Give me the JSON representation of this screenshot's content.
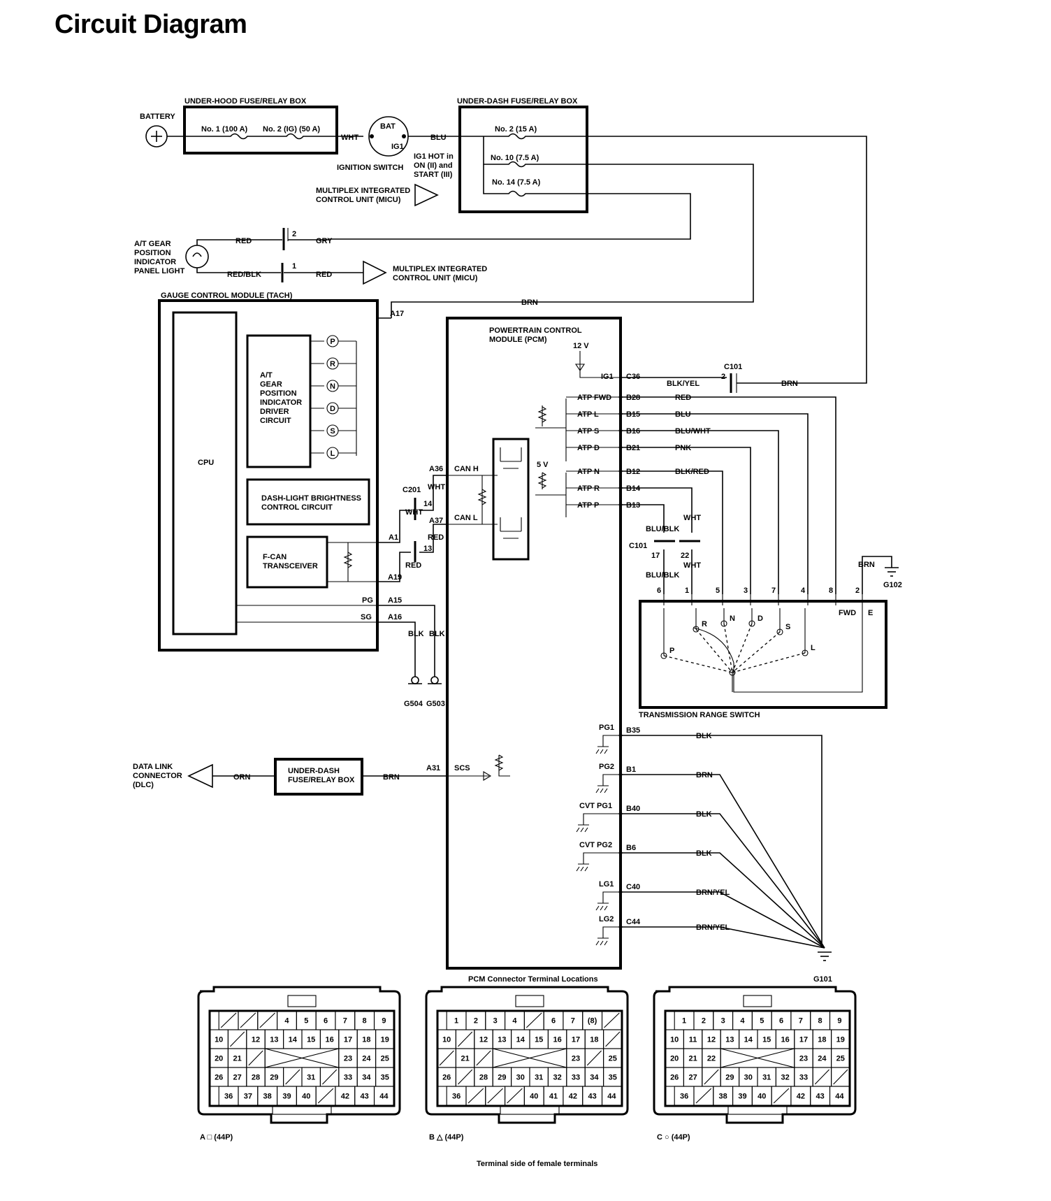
{
  "title": "Circuit Diagram",
  "power": {
    "battery": "BATTERY",
    "underhood_box": "UNDER-HOOD FUSE/RELAY BOX",
    "fuse_no1": "No. 1 (100 A)",
    "fuse_no2": "No. 2 (IG) (50 A)",
    "ignition_bat": "BAT",
    "ignition_ig1": "IG1",
    "ignition_switch": "IGNITION SWITCH",
    "ig1_note_1": "IG1 HOT in",
    "ig1_note_2": "ON (II) and",
    "ig1_note_3": "START (III)",
    "underdash_box": "UNDER-DASH FUSE/RELAY BOX",
    "fuse_u2": "No. 2 (15 A)",
    "fuse_u10": "No. 10 (7.5 A)",
    "fuse_u14": "No. 14 (7.5 A)",
    "micu_1": "MULTIPLEX INTEGRATED",
    "micu_2": "CONTROL UNIT (MICU)"
  },
  "indicator": {
    "l1": "A/T GEAR",
    "l2": "POSITION",
    "l3": "INDICATOR",
    "l4": "PANEL LIGHT"
  },
  "gcm": {
    "title": "GAUGE CONTROL MODULE (TACH)",
    "cpu": "CPU",
    "driver": [
      "A/T",
      "GEAR",
      "POSITION",
      "INDICATOR",
      "DRIVER",
      "CIRCUIT"
    ],
    "gears": [
      "P",
      "R",
      "N",
      "D",
      "S",
      "L"
    ],
    "dash_1": "DASH-LIGHT BRIGHTNESS",
    "dash_2": "CONTROL CIRCUIT",
    "fcan_1": "F-CAN",
    "fcan_2": "TRANSCEIVER"
  },
  "pcm": {
    "title_1": "POWERTRAIN CONTROL",
    "title_2": "MODULE (PCM)",
    "v12": "12 V",
    "v5": "5 V"
  },
  "wires": {
    "wht": "WHT",
    "blu": "BLU",
    "red": "RED",
    "gry": "GRY",
    "redblk": "RED/BLK",
    "brn": "BRN",
    "blkyel": "BLK/YEL",
    "bluwht": "BLU/WHT",
    "pnk": "PNK",
    "blkred": "BLK/RED",
    "blublk": "BLU/BLK",
    "blk": "BLK",
    "orn": "ORN",
    "brnyel": "BRN/YEL"
  },
  "terminals": {
    "a17": "A17",
    "a36": "A36",
    "a37": "A37",
    "a1": "A1",
    "a19": "A19",
    "a15": "A15",
    "a16": "A16",
    "a31": "A31",
    "pg": "PG",
    "sg": "SG",
    "canh": "CAN H",
    "canl": "CAN L",
    "scs": "SCS",
    "ig1": "IG1",
    "c36": "C36",
    "atp": [
      {
        "name": "ATP FWD",
        "pin": "B28"
      },
      {
        "name": "ATP L",
        "pin": "B15"
      },
      {
        "name": "ATP S",
        "pin": "B16"
      },
      {
        "name": "ATP D",
        "pin": "B21"
      },
      {
        "name": "ATP N",
        "pin": "B12"
      },
      {
        "name": "ATP R",
        "pin": "B14"
      },
      {
        "name": "ATP P",
        "pin": "B13"
      }
    ],
    "grounds": [
      {
        "name": "PG1",
        "pin": "B35",
        "wire": "BLK"
      },
      {
        "name": "PG2",
        "pin": "B1",
        "wire": "BRN"
      },
      {
        "name": "CVT PG1",
        "pin": "B40",
        "wire": "BLK"
      },
      {
        "name": "CVT PG2",
        "pin": "B6",
        "wire": "BLK"
      },
      {
        "name": "LG1",
        "pin": "C40",
        "wire": "BRN/YEL"
      },
      {
        "name": "LG2",
        "pin": "C44",
        "wire": "BRN/YEL"
      }
    ]
  },
  "connectors": {
    "c101": "C101",
    "c201": "C201",
    "pin_2": "2",
    "pin_1": "1",
    "pin_14": "14",
    "pin_13": "13",
    "pin_17": "17",
    "pin_22": "22"
  },
  "trs": {
    "title": "TRANSMISSION RANGE SWITCH",
    "pins": [
      "6",
      "1",
      "5",
      "3",
      "7",
      "4",
      "8",
      "2"
    ],
    "gears": [
      "P",
      "R",
      "N",
      "D",
      "S",
      "L"
    ],
    "fwd": "FWD",
    "e": "E"
  },
  "grounds": {
    "g102": "G102",
    "g504": "G504",
    "g503": "G503",
    "g101": "G101"
  },
  "dlc": {
    "l1": "DATA LINK",
    "l2": "CONNECTOR",
    "l3": "(DLC)",
    "box_1": "UNDER-DASH",
    "box_2": "FUSE/RELAY BOX"
  },
  "pcm_connectors": {
    "title": "PCM Connector Terminal Locations",
    "footer": "Terminal side of female terminals",
    "a_label": "A □ (44P)",
    "b_label": "B △ (44P)",
    "c_label": "C ○ (44P)",
    "a_rows": [
      [
        "/",
        "/",
        "/",
        "4",
        "5",
        "6",
        "7",
        "8",
        "9"
      ],
      [
        "10",
        "/",
        "12",
        "13",
        "14",
        "15",
        "16",
        "17",
        "18",
        "19"
      ],
      [
        "20",
        "21",
        "/",
        "X",
        "X",
        "X",
        "X",
        "23",
        "24",
        "25"
      ],
      [
        "26",
        "27",
        "28",
        "29",
        "/",
        "31",
        "/",
        "33",
        "34",
        "35"
      ],
      [
        "36",
        "37",
        "38",
        "39",
        "40",
        "/",
        "42",
        "43",
        "44"
      ]
    ],
    "b_rows": [
      [
        "1",
        "2",
        "3",
        "4",
        "/",
        "6",
        "7",
        "(8)",
        "/"
      ],
      [
        "10",
        "/",
        "12",
        "13",
        "14",
        "15",
        "16",
        "17",
        "18",
        "/"
      ],
      [
        "/",
        "21",
        "/",
        "X",
        "X",
        "X",
        "X",
        "23",
        "/",
        "25"
      ],
      [
        "26",
        "/",
        "28",
        "29",
        "30",
        "31",
        "32",
        "33",
        "34",
        "35"
      ],
      [
        "36",
        "/",
        "/",
        "/",
        "40",
        "41",
        "42",
        "43",
        "44"
      ]
    ],
    "c_rows": [
      [
        "1",
        "2",
        "3",
        "4",
        "5",
        "6",
        "7",
        "8",
        "9"
      ],
      [
        "10",
        "11",
        "12",
        "13",
        "14",
        "15",
        "16",
        "17",
        "18",
        "19"
      ],
      [
        "20",
        "21",
        "22",
        "X",
        "X",
        "X",
        "X",
        "23",
        "24",
        "25"
      ],
      [
        "26",
        "27",
        "/",
        "29",
        "30",
        "31",
        "32",
        "33",
        "/",
        "/"
      ],
      [
        "36",
        "/",
        "38",
        "39",
        "40",
        "/",
        "42",
        "43",
        "44"
      ]
    ]
  }
}
